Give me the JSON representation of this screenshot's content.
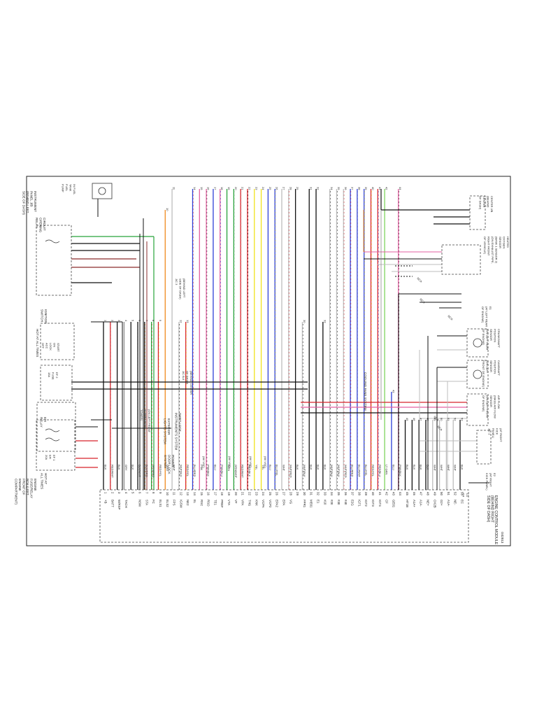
{
  "figure_id": "G02813",
  "title_blocks": {
    "ecm": [
      "ENGINE CONTROL MODULE",
      "(BEHIND RIGHT",
      "SIDE OF DASH)"
    ],
    "efi_fuse": [
      "ENGINE",
      "FUSE/RELAY",
      "BOX (LEFT",
      "FRONT OF",
      "ENGINE",
      "COMPARTMENT)"
    ],
    "hot_at_all_times_top": [
      "HOT AT",
      "ALL TIMES"
    ],
    "hot_at_all_times_mid": "HOT AT ALL TIMES",
    "circuit_opening_relay": [
      "CIRCUIT",
      "OPENING",
      "RELAY"
    ],
    "instrument_panel": [
      "INSTRUMENT",
      "PANEL J/B",
      "(BEHIND LEFT",
      "SIDE OF DASH)"
    ],
    "ignition_switch": [
      "IGNITION",
      "SWITCH"
    ],
    "fuel_pump": [
      "IN FUEL",
      "TANK",
      "FUEL",
      "PUMP"
    ],
    "efi_relay": [
      "EFI",
      "RELAY"
    ],
    "center_jb": [
      "CENTER J/B",
      "(BEHIND",
      "CENTER",
      "OF DASH)"
    ],
    "heated_o2": [
      "HEATED",
      "OXYGEN",
      "SENSOR",
      "(BANK 1 SENSOR 2)",
      "(ON EXHAUST PIPE,",
      "RIGHT FRONT",
      "OF VEHICLE)"
    ],
    "crank_sensor": [
      "CRANKSHAFT",
      "POSITION",
      "SENSOR",
      "(ON LEFT REAR",
      "OF ENGINE)"
    ],
    "cam_sensor": [
      "CAMSHAFT",
      "POSITION",
      "SENSOR",
      "(ON LEFT",
      "FRONT OF ENGINE)"
    ],
    "air_flow": [
      "AIR FLOW",
      "(MASS AIR FLOW",
      "SENSOR",
      "(ON LEFT FRONT",
      "OF ENGINE)"
    ],
    "ground_e1": [
      "E1",
      "(AT LEFT REAR",
      "OF ENGINE)"
    ],
    "ground_e2": [
      "E2",
      "(AT RIGHT",
      "KICK PANEL)"
    ],
    "joint_center_dash": [
      "(BEHIND CENTER",
      "OF DASH)",
      "J/C B-6"
    ],
    "joint_left_dash": [
      "(BEHIND LEFT",
      "SIDE OF DASH)",
      "J/C 3"
    ],
    "joint_right_kick": [
      "(AT RIGHT",
      "KICK",
      "PANEL)",
      "J/C 1"
    ],
    "exterior_light": [
      "EXTERIOR",
      "LIGHTS SYSTEM"
    ],
    "shift_lock": [
      "SHIFT LOCK",
      "INSTRUMENTS SYSTEM"
    ],
    "power_door": [
      "POWER",
      "DOOR LOCK",
      "SYSTEM"
    ],
    "cooling_fans": "COOLING FANS SYSTEM",
    "gauge_sensor": [
      "(ON LEFT FRONT",
      "SUSPENSION",
      "TOWER)"
    ]
  },
  "wire_legend": {
    "colors": {
      "BLK": "#111111",
      "GRY": "#8c8c8c",
      "RED": "#d8232a",
      "ORG": "#f08a1e",
      "GRN": "#27a33a",
      "YEL": "#f1e21c",
      "BLU": "#2d3fd6",
      "VIO": "#7a2dbd",
      "PNK": "#e35fa0",
      "WHT": "#bdbdbd",
      "LT GRN": "#7fd35d",
      "BRN": "#8a5a2b"
    }
  },
  "ecm_pins": [
    {
      "num": "1",
      "term": "+B",
      "wire": "BLK"
    },
    {
      "num": "2",
      "term": "BATT",
      "wire": "RED/WHT"
    },
    {
      "num": "3",
      "term": "W/RSP",
      "wire": "BLK"
    },
    {
      "num": "4",
      "term": "TACH",
      "wire": "GRY"
    },
    {
      "num": "5",
      "term": "",
      "wire": "BLK"
    },
    {
      "num": "6",
      "term": "NSW",
      "wire": "BLK/WHT"
    },
    {
      "num": "7",
      "term": "STA",
      "wire": "BLK/ORG"
    },
    {
      "num": "8",
      "term": "FC",
      "wire": "GRN/RED"
    },
    {
      "num": "9",
      "term": "ELS1",
      "wire": "RED/YEL"
    },
    {
      "num": "10",
      "term": "ELS2",
      "wire": "ORG"
    },
    {
      "num": "11",
      "term": "FPS",
      "wire": "WHT"
    },
    {
      "num": "12",
      "term": "IGSW",
      "wire": "WHT/BLK"
    },
    {
      "num": "13",
      "term": "NE2",
      "wire": "RED/YEL"
    },
    {
      "num": "14",
      "term": "EL",
      "wire": "BLU/RED"
    },
    {
      "num": "15",
      "term": "RSC",
      "wire": "PNK"
    },
    {
      "num": "16",
      "term": "RSO",
      "wire": "PNK/BLK"
    },
    {
      "num": "17",
      "term": "TE1",
      "wire": "BLU"
    },
    {
      "num": "18",
      "term": "PREF",
      "wire": "PNK/BLU"
    },
    {
      "num": "19",
      "term": "VTA",
      "wire": "GRN"
    },
    {
      "num": "20",
      "term": "VF",
      "wire": "GRN/WHT"
    },
    {
      "num": "21",
      "term": "VPA",
      "wire": "RED/WHT"
    },
    {
      "num": "22",
      "term": "THG",
      "wire": "RED/BLK"
    },
    {
      "num": "23",
      "term": "KNK",
      "wire": "YEL"
    },
    {
      "num": "24",
      "term": "VCPA",
      "wire": "YEL"
    },
    {
      "num": "25",
      "term": "VCP2",
      "wire": "BLU"
    },
    {
      "num": "26",
      "term": "EPA2",
      "wire": "BLU/YEL"
    },
    {
      "num": "27",
      "term": "EPA",
      "wire": "WHT"
    },
    {
      "num": "28",
      "term": "VG",
      "wire": "WHT/RED"
    },
    {
      "num": "29",
      "term": "",
      "wire": "BLK"
    },
    {
      "num": "30",
      "term": "FPR1",
      "wire": "WHT/BLK"
    },
    {
      "num": "31",
      "term": "ME01",
      "wire": "BLK"
    },
    {
      "num": "32",
      "term": "E1",
      "wire": "BLK"
    },
    {
      "num": "33",
      "term": "#10",
      "wire": "BLK"
    },
    {
      "num": "34",
      "term": "#20",
      "wire": "WHT/BLK"
    },
    {
      "num": "35",
      "term": "#30",
      "wire": "WHT/BLK"
    },
    {
      "num": "36",
      "term": "#40",
      "wire": "WHT/RED"
    },
    {
      "num": "37",
      "term": "E2G",
      "wire": "BLU/RED"
    },
    {
      "num": "38",
      "term": "IGT1",
      "wire": "BLU/WHT"
    },
    {
      "num": "39",
      "term": "IGT2",
      "wire": "BLU/YEL"
    },
    {
      "num": "40",
      "term": "IGT3",
      "wire": "RED/YEL"
    },
    {
      "num": "41",
      "term": "IGT4",
      "wire": "RED/BLU"
    },
    {
      "num": "42",
      "term": "CF",
      "wire": "LT GRN"
    },
    {
      "num": "43",
      "term": "GE01",
      "wire": "BLU"
    },
    {
      "num": "44",
      "term": "",
      "wire": "PNK/BLK"
    },
    {
      "num": "45",
      "term": "HT1B",
      "wire": "BLK"
    },
    {
      "num": "46",
      "term": "A1A+",
      "wire": "BLK"
    },
    {
      "num": "47",
      "term": "A1A-",
      "wire": "BLK"
    },
    {
      "num": "48",
      "term": "NE+",
      "wire": "BLK"
    },
    {
      "num": "49",
      "term": "OX2B",
      "wire": "WHT"
    },
    {
      "num": "50",
      "term": "G2+",
      "wire": "WHT"
    },
    {
      "num": "51",
      "term": "A1A-",
      "wire": "WHT"
    },
    {
      "num": "52",
      "term": "NE-",
      "wire": "WHT"
    },
    {
      "num": "53",
      "term": "EC",
      "wire": "BLK"
    }
  ],
  "annotations": {
    "fuse_efi": [
      "EF 1",
      "EFI",
      "20A"
    ],
    "fuse_ig": [
      "EF 2",
      "FUSE",
      "15A"
    ],
    "switch_positions": [
      "START",
      "ON",
      "LOCK",
      "ACC",
      "OFF"
    ],
    "noise": [
      "NCA",
      "NCA",
      "NCA",
      "NCA",
      "NCA"
    ],
    "wvsc": "(W/ VSC)",
    "right_kick_pins": [
      "C1",
      "C4"
    ]
  }
}
